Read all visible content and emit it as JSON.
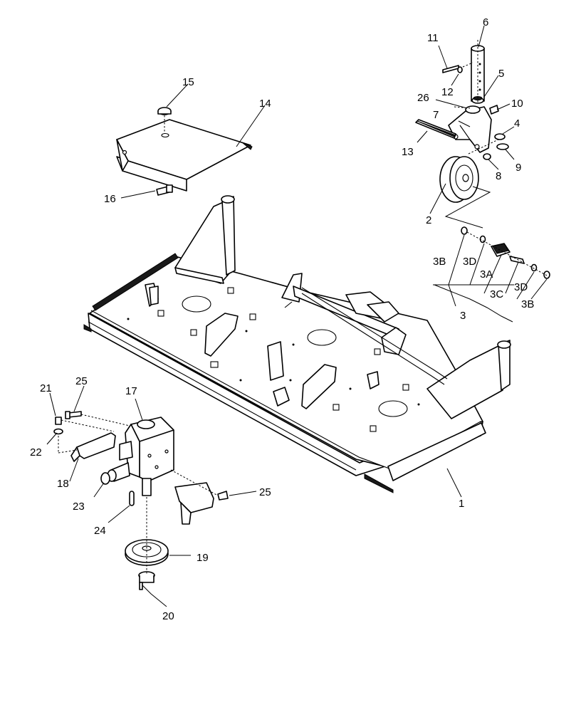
{
  "callouts": {
    "c1": "1",
    "c2": "2",
    "c3": "3",
    "c3a": "3A",
    "c3b_top": "3B",
    "c3b_bottom": "3B",
    "c3c": "3C",
    "c3d_top": "3D",
    "c3d_bottom": "3D",
    "c4": "4",
    "c5": "5",
    "c6": "6",
    "c7": "7",
    "c8": "8",
    "c9": "9",
    "c10": "10",
    "c11": "11",
    "c12": "12",
    "c13": "13",
    "c14": "14",
    "c15": "15",
    "c16": "16",
    "c17": "17",
    "c18": "18",
    "c19": "19",
    "c20": "20",
    "c21": "21",
    "c22": "22",
    "c23": "23",
    "c24": "24",
    "c25_top": "25",
    "c25_right": "25",
    "c26": "26"
  },
  "colors": {
    "line": "#000000",
    "background": "#ffffff",
    "shadow": "#1a1a1a"
  }
}
